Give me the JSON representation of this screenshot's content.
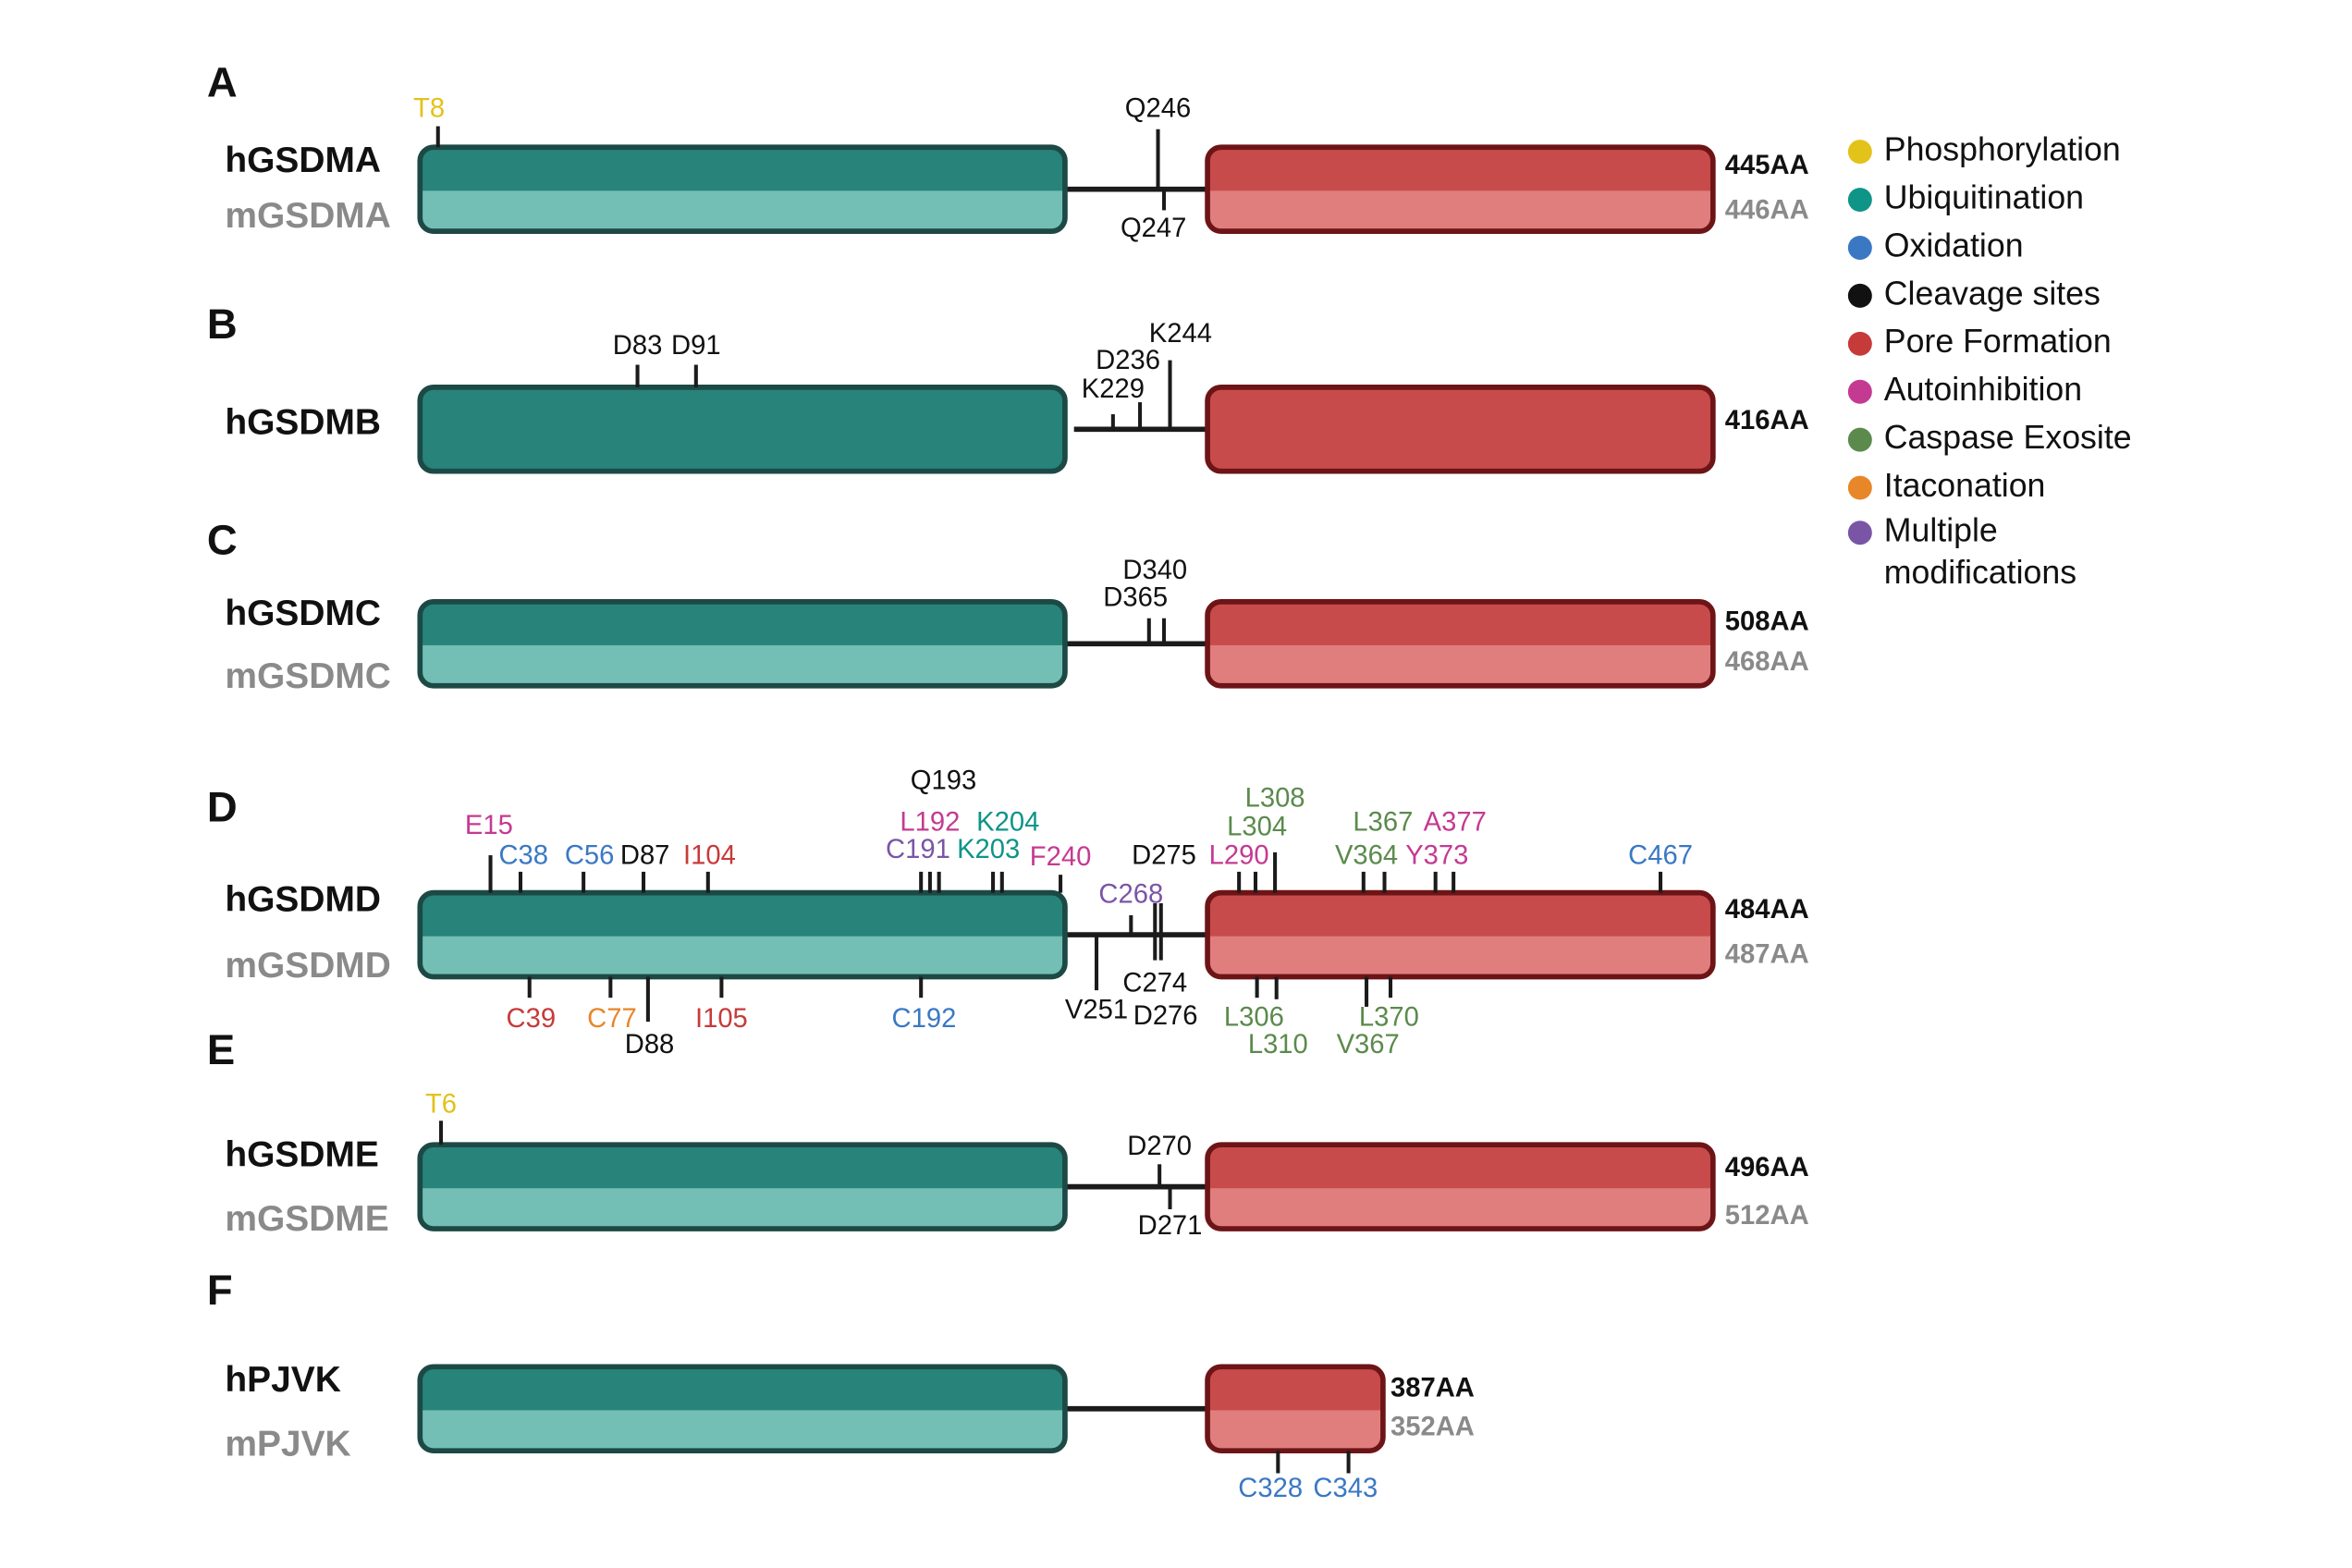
{
  "colors": {
    "phosphorylation": "#e3c21a",
    "ubiquitination": "#0f9488",
    "oxidation": "#3a78c4",
    "cleavage": "#111111",
    "pore": "#c73a3a",
    "autoinhibition": "#c43a92",
    "exosite": "#5b8a4c",
    "itaconation": "#e8862a",
    "multiple": "#7a55a6",
    "human_name": "#111111",
    "mouse_name": "#8a8a8a",
    "nterm_dark": "#28837a",
    "nterm_light": "#73bfb5",
    "nterm_border": "#1d4945",
    "cterm_dark": "#c84b4b",
    "cterm_light": "#e07e7e",
    "cterm_border": "#6d1417"
  },
  "legend": [
    {
      "label": "Phosphorylation",
      "type": "phosphorylation"
    },
    {
      "label": "Ubiquitination",
      "type": "ubiquitination"
    },
    {
      "label": "Oxidation",
      "type": "oxidation"
    },
    {
      "label": "Cleavage sites",
      "type": "cleavage"
    },
    {
      "label": "Pore Formation",
      "type": "pore"
    },
    {
      "label": "Autoinhibition",
      "type": "autoinhibition"
    },
    {
      "label": "Caspase Exosite",
      "type": "exosite"
    },
    {
      "label": "Itaconation",
      "type": "itaconation"
    },
    {
      "label": "Multiple",
      "label2": "modifications",
      "type": "multiple"
    }
  ],
  "panels": [
    {
      "letter": "A",
      "human": "hGSDMA",
      "mouse": "mGSDMA",
      "human_len": "445AA",
      "mouse_len": "446AA",
      "sites": [
        {
          "label": "T8",
          "type": "phosphorylation"
        },
        {
          "label": "Q246",
          "type": "cleavage"
        },
        {
          "label": "Q247",
          "type": "cleavage"
        }
      ]
    },
    {
      "letter": "B",
      "human": "hGSDMB",
      "mouse": null,
      "human_len": "416AA",
      "mouse_len": null,
      "sites": [
        {
          "label": "D83",
          "type": "cleavage"
        },
        {
          "label": "D91",
          "type": "cleavage"
        },
        {
          "label": "K229",
          "type": "cleavage"
        },
        {
          "label": "D236",
          "type": "cleavage"
        },
        {
          "label": "K244",
          "type": "cleavage"
        }
      ]
    },
    {
      "letter": "C",
      "human": "hGSDMC",
      "mouse": "mGSDMC",
      "human_len": "508AA",
      "mouse_len": "468AA",
      "sites": [
        {
          "label": "D365",
          "type": "cleavage"
        },
        {
          "label": "D340",
          "type": "cleavage"
        }
      ]
    },
    {
      "letter": "D",
      "human": "hGSDMD",
      "mouse": "mGSDMD",
      "human_len": "484AA",
      "mouse_len": "487AA",
      "sites": [
        {
          "label": "E15",
          "type": "autoinhibition"
        },
        {
          "label": "C38",
          "type": "oxidation"
        },
        {
          "label": "C56",
          "type": "oxidation"
        },
        {
          "label": "D87",
          "type": "cleavage"
        },
        {
          "label": "I104",
          "type": "pore"
        },
        {
          "label": "C191",
          "type": "multiple"
        },
        {
          "label": "L192",
          "type": "autoinhibition"
        },
        {
          "label": "Q193",
          "type": "cleavage"
        },
        {
          "label": "K203",
          "type": "ubiquitination"
        },
        {
          "label": "K204",
          "type": "ubiquitination"
        },
        {
          "label": "F240",
          "type": "autoinhibition"
        },
        {
          "label": "C268",
          "type": "multiple"
        },
        {
          "label": "D275",
          "type": "cleavage"
        },
        {
          "label": "C274",
          "type": "cleavage"
        },
        {
          "label": "D276",
          "type": "cleavage"
        },
        {
          "label": "V251",
          "type": "cleavage"
        },
        {
          "label": "L290",
          "type": "autoinhibition"
        },
        {
          "label": "L304",
          "type": "exosite"
        },
        {
          "label": "L308",
          "type": "exosite"
        },
        {
          "label": "V364",
          "type": "exosite"
        },
        {
          "label": "L367",
          "type": "exosite"
        },
        {
          "label": "Y373",
          "type": "autoinhibition"
        },
        {
          "label": "A377",
          "type": "autoinhibition"
        },
        {
          "label": "C467",
          "type": "oxidation"
        },
        {
          "label": "C39",
          "type": "pore"
        },
        {
          "label": "C77",
          "type": "itaconation"
        },
        {
          "label": "D88",
          "type": "cleavage"
        },
        {
          "label": "I105",
          "type": "pore"
        },
        {
          "label": "C192",
          "type": "oxidation"
        },
        {
          "label": "L306",
          "type": "exosite"
        },
        {
          "label": "L310",
          "type": "exosite"
        },
        {
          "label": "V367",
          "type": "exosite"
        },
        {
          "label": "L370",
          "type": "exosite"
        }
      ]
    },
    {
      "letter": "E",
      "human": "hGSDME",
      "mouse": "mGSDME",
      "human_len": "496AA",
      "mouse_len": "512AA",
      "sites": [
        {
          "label": "T6",
          "type": "phosphorylation"
        },
        {
          "label": "D270",
          "type": "cleavage"
        },
        {
          "label": "D271",
          "type": "cleavage"
        }
      ]
    },
    {
      "letter": "F",
      "human": "hPJVK",
      "mouse": "mPJVK",
      "human_len": "387AA",
      "mouse_len": "352AA",
      "sites": [
        {
          "label": "C328",
          "type": "oxidation"
        },
        {
          "label": "C343",
          "type": "oxidation"
        }
      ]
    }
  ]
}
